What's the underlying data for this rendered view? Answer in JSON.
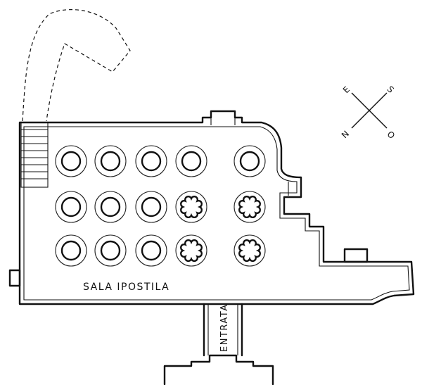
{
  "plan": {
    "hall_label": "SALA IPOSTILA",
    "entrance_label": "ENTRATA"
  },
  "compass": {
    "e": "E",
    "s": "S",
    "n": "N",
    "o": "O"
  },
  "columns": {
    "rows": 3,
    "cols": 5,
    "lobed": [
      [
        1,
        3
      ],
      [
        1,
        4
      ],
      [
        2,
        3
      ],
      [
        2,
        4
      ]
    ]
  }
}
